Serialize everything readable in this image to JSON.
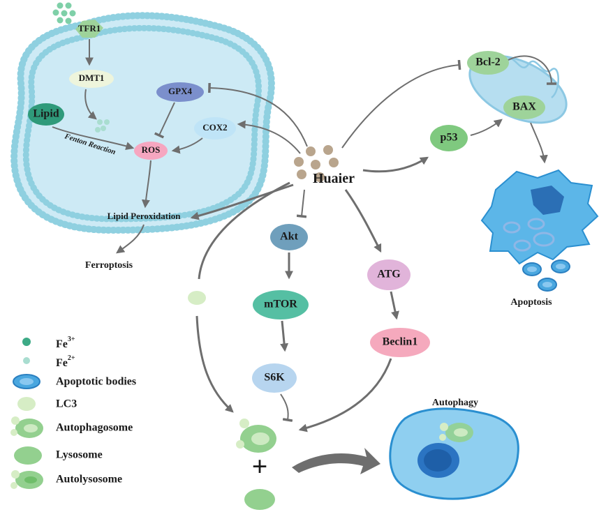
{
  "nodes": {
    "tfr1": "TFR1",
    "dmt1": "DMT1",
    "lipid": "Lipid",
    "gpx4": "GPX4",
    "cox2": "COX2",
    "ros": "ROS",
    "fenton": "Fenton Reaction",
    "lipid_peroxidation": "Lipid Peroxidation",
    "ferroptosis": "Ferroptosis",
    "huaier": "Huaier",
    "bcl2": "Bcl-2",
    "bax": "BAX",
    "p53": "p53",
    "apoptosis": "Apoptosis",
    "akt": "Akt",
    "mtor": "mTOR",
    "s6k": "S6K",
    "atg": "ATG",
    "beclin1": "Beclin1",
    "autophagy": "Autophagy",
    "plus": "+"
  },
  "legend": {
    "fe3": {
      "base": "Fe",
      "sup": "3+"
    },
    "fe2": {
      "base": "Fe",
      "sup": "2+"
    },
    "apoptotic_bodies": "Apoptotic bodies",
    "lc3": "LC3",
    "autophagosome": "Autophagosome",
    "lysosome": "Lysosome",
    "autolysosome": "Autolysosome"
  },
  "colors": {
    "membrane_dot": "#8fd0e0",
    "cell_fill": "#cdeaf5",
    "tfr1": "#9ed39a",
    "dmt1": "#eef5dc",
    "lipid": "#2f9a7a",
    "gpx4": "#7b8fcc",
    "cox2": "#bfe4f7",
    "ros": "#f6a6c0",
    "huaier_dot": "#b9a58d",
    "mito": "#b6def0",
    "bcl2": "#9ed39a",
    "bax": "#9ed39a",
    "p53": "#7fc97f",
    "apoptotic_cell": "#3aa1dc",
    "akt": "#6f9fbc",
    "mtor": "#55bfa3",
    "s6k": "#b7d5ef",
    "atg": "#e1b4da",
    "beclin1": "#f5a9bd",
    "autophagy_cell": "#4aa7df",
    "lc3": "#d6edc5",
    "lysosome": "#93d08f",
    "arrow": "#6e6e6e"
  }
}
